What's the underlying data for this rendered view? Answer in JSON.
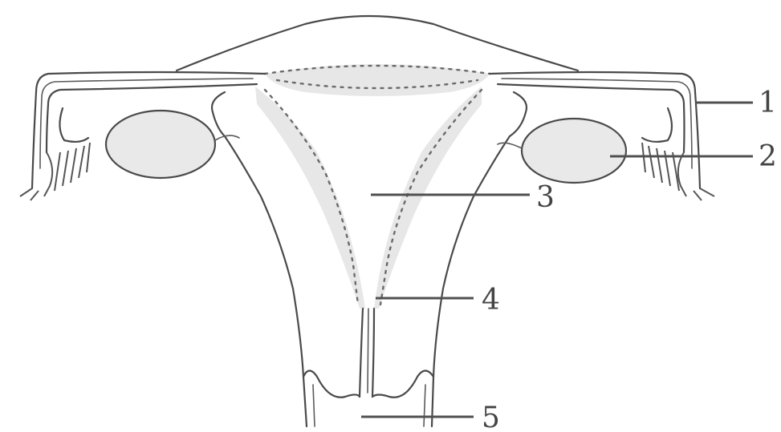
{
  "labels": [
    {
      "id": "1",
      "text": "1"
    },
    {
      "id": "2",
      "text": "2"
    },
    {
      "id": "3",
      "text": "3"
    },
    {
      "id": "4",
      "text": "4"
    },
    {
      "id": "5",
      "text": "5"
    }
  ],
  "colors": {
    "stroke": "#4a4a4a",
    "lining": "#e7e7e7",
    "ovary": "#e9e9e9",
    "background": "#ffffff"
  }
}
